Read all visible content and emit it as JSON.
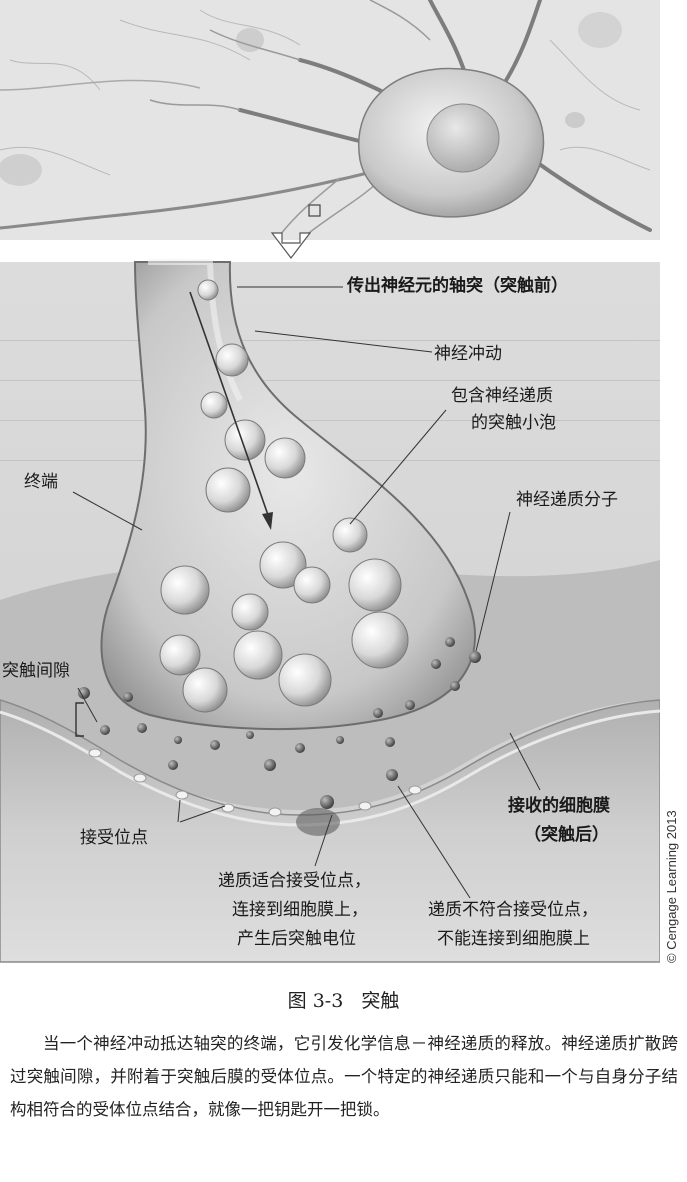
{
  "figure": {
    "labels": {
      "axon": "传出神经元的轴突（突触前）",
      "impulse": "神经冲动",
      "vesicle_line1": "包含神经递质",
      "vesicle_line2": "的突触小泡",
      "terminal": "终端",
      "molecule": "神经递质分子",
      "cleft": "突触间隙",
      "receiving_line1": "接收的细胞膜",
      "receiving_line2": "（突触后）",
      "receptor": "接受位点",
      "fit_line1": "递质适合接受位点，",
      "fit_line2": "连接到细胞膜上，",
      "fit_line3": "产生后突触电位",
      "nofit_line1": "递质不符合接受位点，",
      "nofit_line2": "不能连接到细胞膜上"
    },
    "credit": "© Cengage Learning 2013"
  },
  "caption": {
    "number": "图 3-3",
    "title": "突触"
  },
  "body_text": "当一个神经冲动抵达轴突的终端，它引发化学信息－神经递质的释放。神经递质扩散跨过突触间隙，并附着于突触后膜的受体位点。一个特定的神经递质只能和一个与自身分子结构相符合的受体位点结合，就像一把钥匙开一把锁。"
}
